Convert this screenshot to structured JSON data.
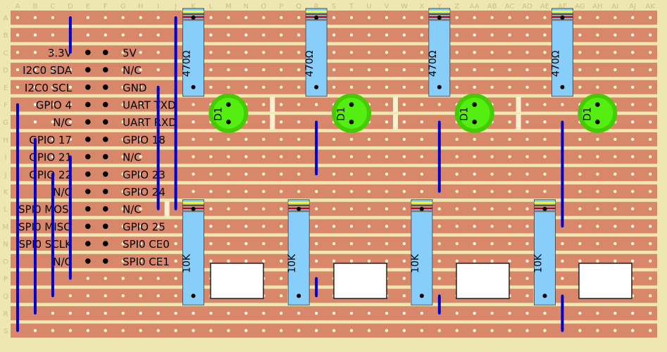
{
  "grid": {
    "columns": [
      "A",
      "B",
      "C",
      "D",
      "E",
      "F",
      "G",
      "H",
      "I",
      "J",
      "K",
      "L",
      "M",
      "N",
      "O",
      "P",
      "Q",
      "R",
      "S",
      "T",
      "U",
      "V",
      "W",
      "X",
      "Y",
      "Z",
      "AA",
      "AB",
      "AC",
      "AD",
      "AE",
      "AF",
      "AG",
      "AH",
      "AI",
      "AJ",
      "AK"
    ],
    "rows": [
      "A",
      "B",
      "C",
      "D",
      "E",
      "F",
      "G",
      "H",
      "I",
      "J",
      "K",
      "L",
      "M",
      "N",
      "O",
      "P",
      "Q",
      "R",
      "S"
    ]
  },
  "header": {
    "left_pins": [
      "3.3V",
      "I2C0 SDA",
      "I2C0 SCL",
      "GPIO 4",
      "N/C",
      "GPIO 17",
      "GPIO 21",
      "GPIO 22",
      "N/C",
      "SPI0 MOSI",
      "SPI0 MISO",
      "SPI0 SCLK",
      "N/C"
    ],
    "right_pins": [
      "5V",
      "N/C",
      "GND",
      "UART TXD",
      "UART RXD",
      "GPIO 18",
      "N/C",
      "GPIO 23",
      "GPIO 24",
      "N/C",
      "GPIO 25",
      "SPI0 CE0",
      "SPI0 CE1"
    ]
  },
  "resistors": {
    "top_label": "470Ω",
    "bottom_label": "10K"
  },
  "leds": {
    "label": "D1"
  },
  "colors": {
    "board": "#efe7b2",
    "strip": "#d8876b",
    "hole": "#fbf7dc",
    "wire": "#0000cc",
    "resistor": "#87cefa",
    "led": "#55ee11",
    "led_edge": "#44cc00",
    "switch": "#ffffff",
    "text": "#000000",
    "grid_text": "#c9bf8e"
  }
}
